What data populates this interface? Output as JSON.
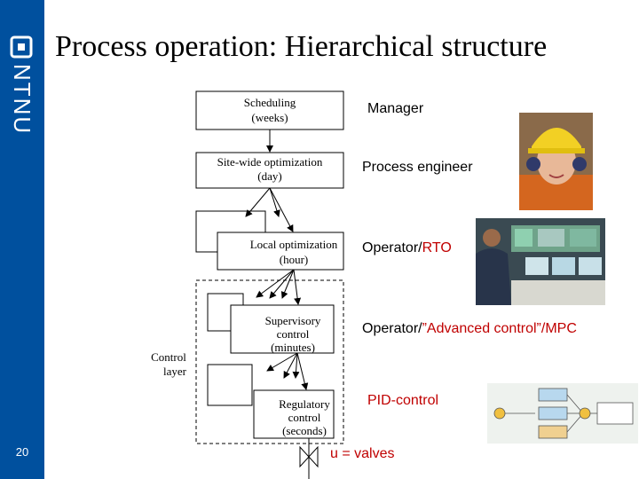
{
  "slide": {
    "title": "Process operation: Hierarchical structure",
    "page_number": "20",
    "logo_text": "NTNU"
  },
  "hierarchy": {
    "levels": [
      {
        "name": "Scheduling",
        "period": "(weeks)"
      },
      {
        "name": "Site-wide optimization",
        "period": "(day)"
      },
      {
        "name": "Local optimization",
        "period": "(hour)"
      },
      {
        "name": "Supervisory",
        "line2": "control",
        "period": "(minutes)"
      },
      {
        "name": "Regulatory",
        "line2": "control",
        "period": "(seconds)"
      }
    ],
    "control_layer": {
      "line1": "Control",
      "line2": "layer"
    }
  },
  "roles": {
    "manager": "Manager",
    "process_engineer": "Process engineer",
    "operator_rto_prefix": "Operator/",
    "operator_rto_accent": "RTO",
    "operator_mpc_prefix": "Operator/",
    "operator_mpc_accent": "”Advanced control”/MPC",
    "pid_control": "PID-control",
    "u_valves": "u = valves"
  },
  "colors": {
    "sidebar": "#00509e",
    "accent_red": "#c00000"
  },
  "icons": [
    "ntnu-logo-icon",
    "valve-icon"
  ]
}
